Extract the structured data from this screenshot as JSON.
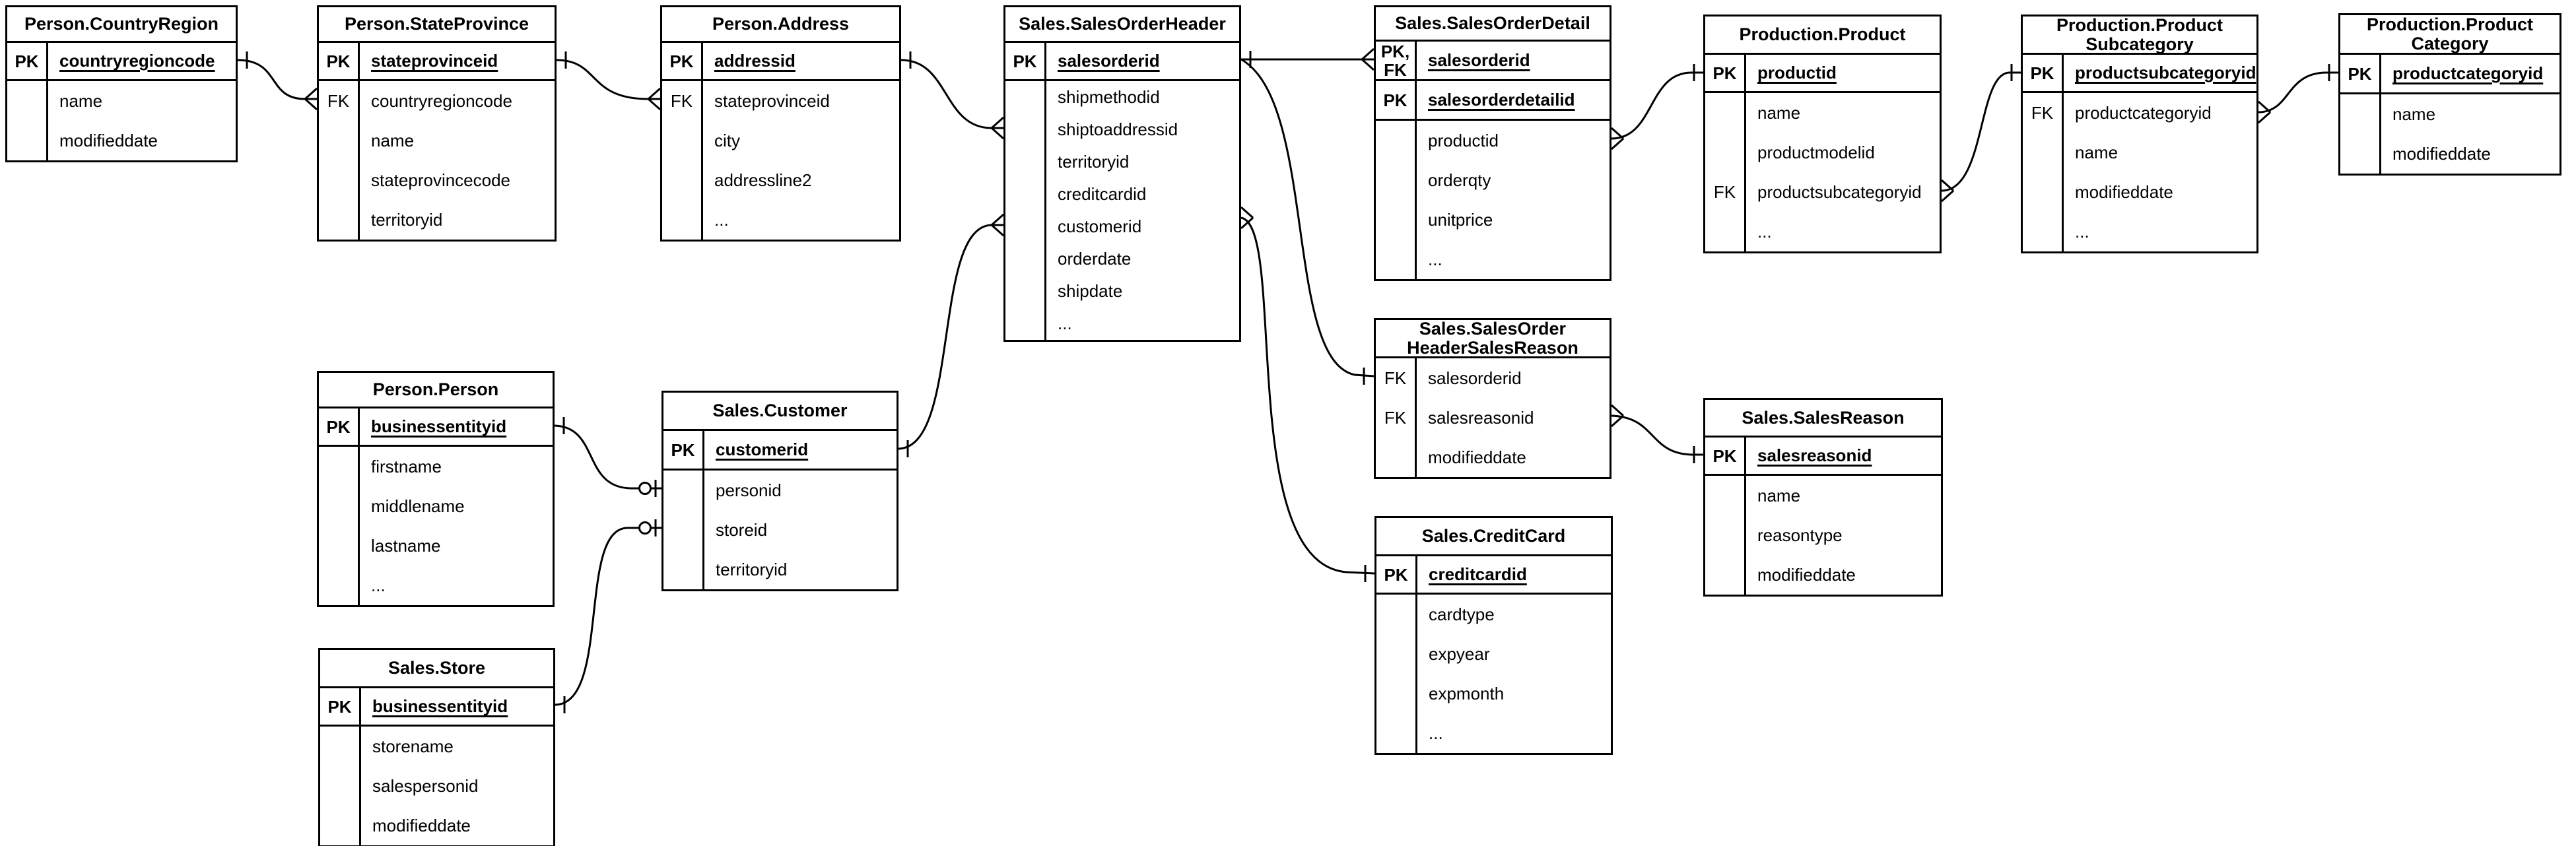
{
  "diagram": {
    "type": "entity-relationship",
    "notation": "crows-foot",
    "colors": {
      "background": "#ffffff",
      "line": "#000000",
      "text": "#000000"
    },
    "entities": [
      {
        "id": "countryregion",
        "title": "Person.CountryRegion",
        "rows": [
          {
            "section": "key",
            "key": "PK",
            "field": "countryregioncode",
            "pk": true
          },
          {
            "section": "body",
            "key": "",
            "field": "name"
          },
          {
            "section": "body",
            "key": "",
            "field": "modifieddate"
          }
        ]
      },
      {
        "id": "stateprovince",
        "title": "Person.StateProvince",
        "rows": [
          {
            "section": "key",
            "key": "PK",
            "field": "stateprovinceid",
            "pk": true
          },
          {
            "section": "body",
            "key": "FK",
            "field": "countryregioncode"
          },
          {
            "section": "body",
            "key": "",
            "field": "name"
          },
          {
            "section": "body",
            "key": "",
            "field": "stateprovincecode"
          },
          {
            "section": "body",
            "key": "",
            "field": "territoryid"
          }
        ]
      },
      {
        "id": "address",
        "title": "Person.Address",
        "rows": [
          {
            "section": "key",
            "key": "PK",
            "field": "addressid",
            "pk": true
          },
          {
            "section": "body",
            "key": "FK",
            "field": "stateprovinceid"
          },
          {
            "section": "body",
            "key": "",
            "field": "city"
          },
          {
            "section": "body",
            "key": "",
            "field": "addressline2"
          },
          {
            "section": "body",
            "key": "",
            "field": "..."
          }
        ]
      },
      {
        "id": "salesorderheader",
        "title": "Sales.SalesOrderHeader",
        "rows": [
          {
            "section": "key",
            "key": "PK",
            "field": "salesorderid",
            "pk": true
          },
          {
            "section": "body",
            "key": "",
            "field": "shipmethodid"
          },
          {
            "section": "body",
            "key": "",
            "field": "shiptoaddressid"
          },
          {
            "section": "body",
            "key": "",
            "field": "territoryid"
          },
          {
            "section": "body",
            "key": "",
            "field": "creditcardid"
          },
          {
            "section": "body",
            "key": "",
            "field": "customerid"
          },
          {
            "section": "body",
            "key": "",
            "field": "orderdate"
          },
          {
            "section": "body",
            "key": "",
            "field": "shipdate"
          },
          {
            "section": "body",
            "key": "",
            "field": "..."
          }
        ]
      },
      {
        "id": "salesorderdetail",
        "title": "Sales.SalesOrderDetail",
        "rows": [
          {
            "section": "key",
            "key": "PK,\nFK",
            "field": "salesorderid",
            "pk": true
          },
          {
            "section": "key",
            "key": "PK",
            "field": "salesorderdetailid",
            "pk": true
          },
          {
            "section": "body",
            "key": "",
            "field": "productid"
          },
          {
            "section": "body",
            "key": "",
            "field": "orderqty"
          },
          {
            "section": "body",
            "key": "",
            "field": "unitprice"
          },
          {
            "section": "body",
            "key": "",
            "field": "..."
          }
        ]
      },
      {
        "id": "product",
        "title": "Production.Product",
        "rows": [
          {
            "section": "key",
            "key": "PK",
            "field": "productid",
            "pk": true
          },
          {
            "section": "body",
            "key": "",
            "field": "name"
          },
          {
            "section": "body",
            "key": "",
            "field": "productmodelid"
          },
          {
            "section": "body",
            "key": "FK",
            "field": "productsubcategoryid"
          },
          {
            "section": "body",
            "key": "",
            "field": "..."
          }
        ]
      },
      {
        "id": "productsubcategory",
        "title": "Production.Product\nSubcategory",
        "rows": [
          {
            "section": "key",
            "key": "PK",
            "field": "productsubcategoryid",
            "pk": true
          },
          {
            "section": "body",
            "key": "FK",
            "field": "productcategoryid"
          },
          {
            "section": "body",
            "key": "",
            "field": "name"
          },
          {
            "section": "body",
            "key": "",
            "field": "modifieddate"
          },
          {
            "section": "body",
            "key": "",
            "field": "..."
          }
        ]
      },
      {
        "id": "productcategory",
        "title": "Production.Product\nCategory",
        "rows": [
          {
            "section": "key",
            "key": "PK",
            "field": "productcategoryid",
            "pk": true
          },
          {
            "section": "body",
            "key": "",
            "field": "name"
          },
          {
            "section": "body",
            "key": "",
            "field": "modifieddate"
          }
        ]
      },
      {
        "id": "person",
        "title": "Person.Person",
        "rows": [
          {
            "section": "key",
            "key": "PK",
            "field": "businessentityid",
            "pk": true
          },
          {
            "section": "body",
            "key": "",
            "field": "firstname"
          },
          {
            "section": "body",
            "key": "",
            "field": "middlename"
          },
          {
            "section": "body",
            "key": "",
            "field": "lastname"
          },
          {
            "section": "body",
            "key": "",
            "field": "..."
          }
        ]
      },
      {
        "id": "customer",
        "title": "Sales.Customer",
        "rows": [
          {
            "section": "key",
            "key": "PK",
            "field": "customerid",
            "pk": true
          },
          {
            "section": "body",
            "key": "",
            "field": "personid"
          },
          {
            "section": "body",
            "key": "",
            "field": "storeid"
          },
          {
            "section": "body",
            "key": "",
            "field": "territoryid"
          }
        ]
      },
      {
        "id": "headersalesreason",
        "title": "Sales.SalesOrder\nHeaderSalesReason",
        "rows": [
          {
            "section": "body",
            "key": "FK",
            "field": "salesorderid"
          },
          {
            "section": "body",
            "key": "FK",
            "field": "salesreasonid"
          },
          {
            "section": "body",
            "key": "",
            "field": "modifieddate"
          }
        ]
      },
      {
        "id": "salesreason",
        "title": "Sales.SalesReason",
        "rows": [
          {
            "section": "key",
            "key": "PK",
            "field": "salesreasonid",
            "pk": true
          },
          {
            "section": "body",
            "key": "",
            "field": "name"
          },
          {
            "section": "body",
            "key": "",
            "field": "reasontype"
          },
          {
            "section": "body",
            "key": "",
            "field": "modifieddate"
          }
        ]
      },
      {
        "id": "creditcard",
        "title": "Sales.CreditCard",
        "rows": [
          {
            "section": "key",
            "key": "PK",
            "field": "creditcardid",
            "pk": true
          },
          {
            "section": "body",
            "key": "",
            "field": "cardtype"
          },
          {
            "section": "body",
            "key": "",
            "field": "expyear"
          },
          {
            "section": "body",
            "key": "",
            "field": "expmonth"
          },
          {
            "section": "body",
            "key": "",
            "field": "..."
          }
        ]
      },
      {
        "id": "store",
        "title": "Sales.Store",
        "rows": [
          {
            "section": "key",
            "key": "PK",
            "field": "businessentityid",
            "pk": true
          },
          {
            "section": "body",
            "key": "",
            "field": "storename"
          },
          {
            "section": "body",
            "key": "",
            "field": "salespersonid"
          },
          {
            "section": "body",
            "key": "",
            "field": "modifieddate"
          }
        ]
      }
    ],
    "relationships": [
      {
        "from_entity": "countryregion",
        "from_field": "countryregioncode",
        "from_cardinality": "one",
        "to_entity": "stateprovince",
        "to_field": "countryregioncode",
        "to_cardinality": "many"
      },
      {
        "from_entity": "stateprovince",
        "from_field": "stateprovinceid",
        "from_cardinality": "one",
        "to_entity": "address",
        "to_field": "stateprovinceid",
        "to_cardinality": "many"
      },
      {
        "from_entity": "address",
        "from_field": "addressid",
        "from_cardinality": "one",
        "to_entity": "salesorderheader",
        "to_field": "shiptoaddressid",
        "to_cardinality": "many"
      },
      {
        "from_entity": "customer",
        "from_field": "customerid",
        "from_cardinality": "one",
        "to_entity": "salesorderheader",
        "to_field": "customerid",
        "to_cardinality": "many"
      },
      {
        "from_entity": "salesorderheader",
        "from_field": "salesorderid",
        "from_cardinality": "one",
        "to_entity": "salesorderdetail",
        "to_field": "salesorderid",
        "to_cardinality": "many"
      },
      {
        "from_entity": "salesorderheader",
        "from_field": "salesorderid",
        "from_cardinality": "one",
        "to_entity": "headersalesreason",
        "to_field": "salesorderid",
        "to_cardinality": "one"
      },
      {
        "from_entity": "salesorderheader",
        "from_field": "creditcardid",
        "from_cardinality": "many",
        "to_entity": "creditcard",
        "to_field": "creditcardid",
        "to_cardinality": "one"
      },
      {
        "from_entity": "salesorderdetail",
        "from_field": "productid",
        "from_cardinality": "many",
        "to_entity": "product",
        "to_field": "productid",
        "to_cardinality": "one"
      },
      {
        "from_entity": "product",
        "from_field": "productsubcategoryid",
        "from_cardinality": "many",
        "to_entity": "productsubcategory",
        "to_field": "productsubcategoryid",
        "to_cardinality": "one"
      },
      {
        "from_entity": "productsubcategory",
        "from_field": "productcategoryid",
        "from_cardinality": "many",
        "to_entity": "productcategory",
        "to_field": "productcategoryid",
        "to_cardinality": "one"
      },
      {
        "from_entity": "person",
        "from_field": "businessentityid",
        "from_cardinality": "one",
        "to_entity": "customer",
        "to_field": "personid",
        "to_cardinality": "zero-or-one"
      },
      {
        "from_entity": "store",
        "from_field": "businessentityid",
        "from_cardinality": "one",
        "to_entity": "customer",
        "to_field": "storeid",
        "to_cardinality": "zero-or-one"
      },
      {
        "from_entity": "headersalesreason",
        "from_field": "salesreasonid",
        "from_cardinality": "many",
        "to_entity": "salesreason",
        "to_field": "salesreasonid",
        "to_cardinality": "one"
      }
    ]
  }
}
